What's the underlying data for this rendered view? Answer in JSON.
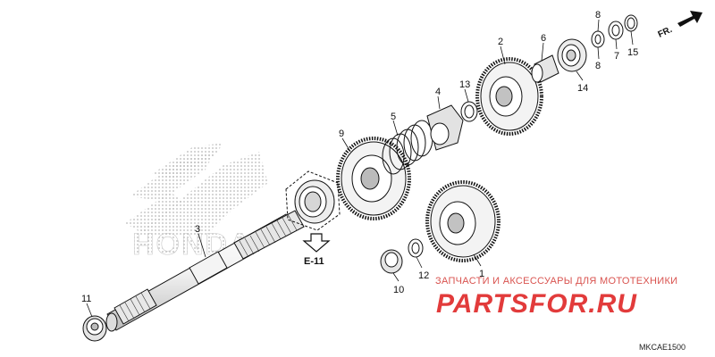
{
  "diagram": {
    "direction_label": "FR.",
    "reference_label": "E-11",
    "drawing_code": "MKCAE1500",
    "callouts": [
      "1",
      "2",
      "3",
      "4",
      "5",
      "6",
      "7",
      "8",
      "8",
      "9",
      "10",
      "11",
      "12",
      "13",
      "14",
      "15"
    ]
  },
  "watermark": {
    "tagline": "ЗАПЧАСТИ И АКСЕССУАРЫ ДЛЯ МОТОТЕХНИКИ",
    "brand": "PARTSFOR.RU",
    "logo_text": "HONDA"
  },
  "colors": {
    "line": "#111111",
    "part_fill": "#ffffff",
    "shade": "#cfcfcf",
    "watermark_red": "#e23b3b",
    "logo_dots": "#b8b8b8"
  }
}
